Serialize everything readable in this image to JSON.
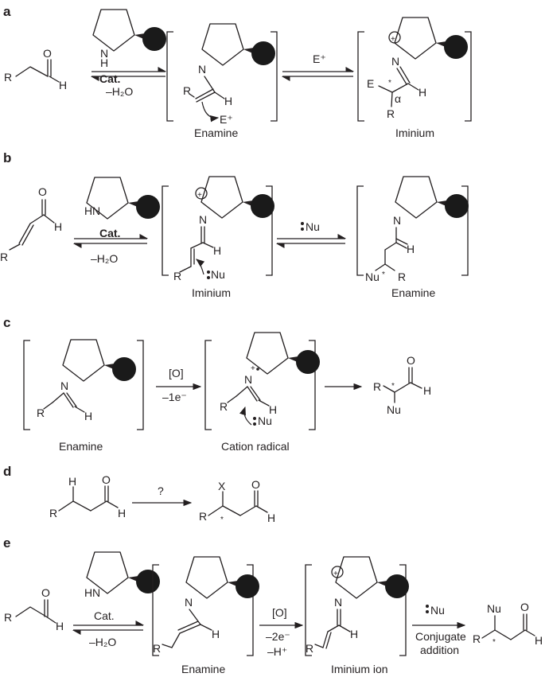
{
  "panels": {
    "a": {
      "letter": "a",
      "cat": "Cat.",
      "reagent": "–H₂O",
      "electrophile": "E⁺",
      "left_label": "Enamine",
      "right_label": "Iminium"
    },
    "b": {
      "letter": "b",
      "cat": "Cat.",
      "reagent": "–H₂O",
      "nucleophile": "Nu",
      "left_label": "Iminium",
      "right_label": "Enamine"
    },
    "c": {
      "letter": "c",
      "oxidant": "[O]",
      "electron": "–1e⁻",
      "left_label": "Enamine",
      "mid_label": "Cation radical"
    },
    "d": {
      "letter": "d",
      "question": "?"
    },
    "e": {
      "letter": "e",
      "cat": "Cat.",
      "reagent": "–H₂O",
      "oxidant": "[O]",
      "electrons": "–2e⁻",
      "proton": "–H⁺",
      "left_label": "Enamine",
      "mid_label": "Iminium ion",
      "nucleophile": "Nu",
      "conj1": "Conjugate",
      "conj2": "addition"
    }
  },
  "atoms": {
    "R": "R",
    "H": "H",
    "O": "O",
    "N": "N",
    "E": "E",
    "Nu": "Nu",
    "X": "X",
    "alpha": "α",
    "star": "*",
    "nplus": "N⁺",
    "plus": "+"
  }
}
